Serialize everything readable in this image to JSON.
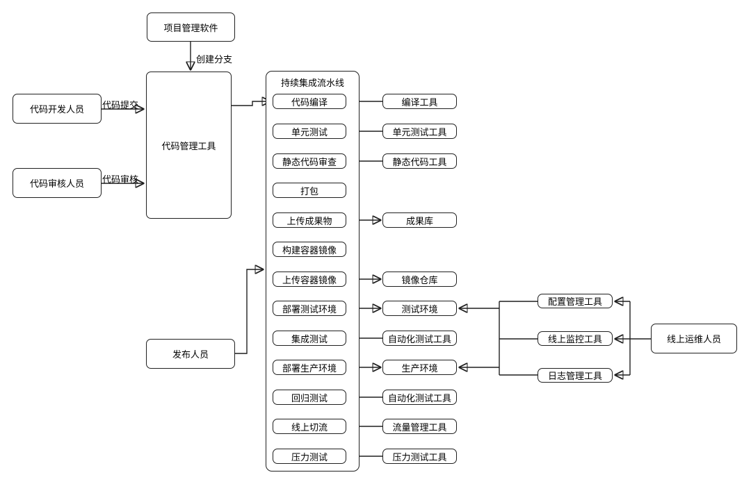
{
  "colors": {
    "line": "#1f1f1f",
    "background": "#ffffff",
    "text": "#000000"
  },
  "actors": {
    "project_management_software": "项目管理软件",
    "code_developer": "代码开发人员",
    "code_reviewer": "代码审核人员",
    "code_management_tool": "代码管理工具",
    "release_staff": "发布人员",
    "ops_staff": "线上运维人员"
  },
  "edge_labels": {
    "create_branch": "创建分支",
    "commit_code": "代码提交",
    "review_code": "代码审核"
  },
  "pipeline": {
    "title": "持续集成流水线",
    "steps": [
      "代码编译",
      "单元测试",
      "静态代码审查",
      "打包",
      "上传成果物",
      "构建容器镜像",
      "上传容器镜像",
      "部署测试环境",
      "集成测试",
      "部署生产环境",
      "回归测试",
      "线上切流",
      "压力测试"
    ]
  },
  "support_nodes": [
    "编译工具",
    "单元测试工具",
    "静态代码工具",
    "成果库",
    "镜像仓库",
    "测试环境",
    "自动化测试工具",
    "生产环境",
    "自动化测试工具",
    "流量管理工具",
    "压力测试工具"
  ],
  "ops_tools": [
    "配置管理工具",
    "线上监控工具",
    "日志管理工具"
  ]
}
